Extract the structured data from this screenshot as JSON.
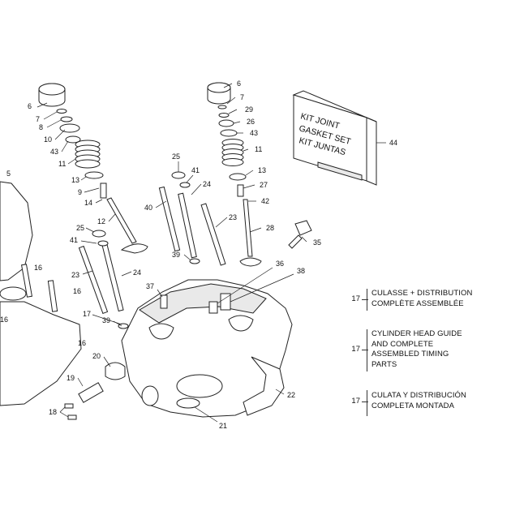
{
  "kit_box": {
    "lines": [
      "KIT JOINT",
      "GASKET SET",
      "KIT JUNTAS"
    ],
    "ref": "44"
  },
  "legend": [
    {
      "ref": "17",
      "lines": [
        "CULASSE + DISTRIBUTION",
        "COMPLÈTE ASSEMBLÉE"
      ]
    },
    {
      "ref": "17",
      "lines": [
        "CYLINDER HEAD GUIDE",
        "AND COMPLETE",
        "ASSEMBLED TIMING",
        "PARTS"
      ]
    },
    {
      "ref": "17",
      "lines": [
        "CULATA Y DISTRIBUCIÓN",
        "COMPLETA MONTADA"
      ]
    }
  ],
  "callouts": {
    "c1": "6",
    "c2": "7",
    "c3": "8",
    "c4": "10",
    "c5": "43",
    "c6": "11",
    "c7": "13",
    "c8": "9",
    "c9": "14",
    "c10": "12",
    "c11": "5",
    "c12": "25",
    "c13": "41",
    "c14": "23",
    "c15": "24",
    "c16": "16",
    "c17": "16",
    "c18": "16",
    "c19": "16",
    "c20": "17",
    "c21": "39",
    "c22": "20",
    "c23": "19",
    "c24": "18",
    "c25": "25",
    "c26": "41",
    "c27": "40",
    "c28": "24",
    "c29": "23",
    "c30": "39",
    "c31": "37",
    "c32": "6",
    "c33": "7",
    "c34": "29",
    "c35": "26",
    "c36": "43",
    "c37": "11",
    "c38": "13",
    "c39": "27",
    "c40": "42",
    "c41": "28",
    "c42": "35",
    "c43": "36",
    "c44": "38",
    "c45": "22",
    "c46": "21"
  }
}
